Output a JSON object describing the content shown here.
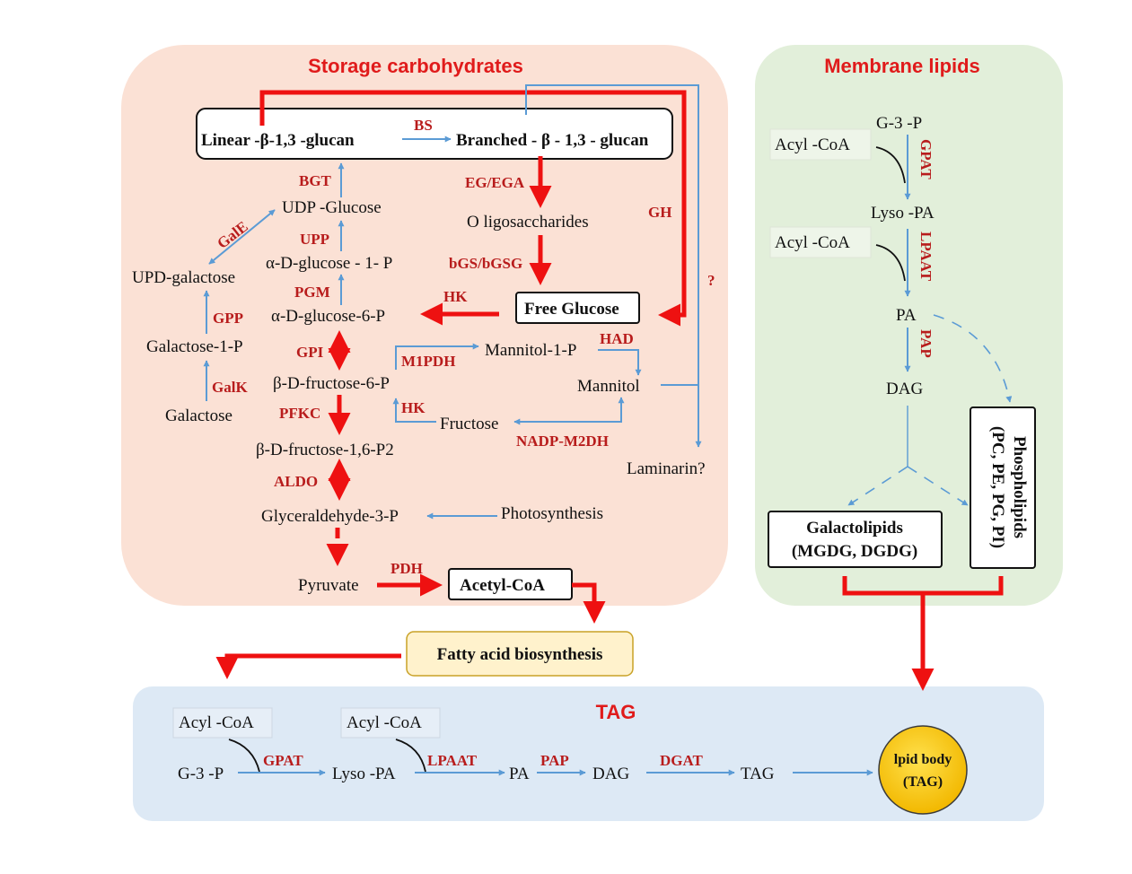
{
  "panels": {
    "storage_title": "Storage carbohydrates",
    "membrane_title": "Membrane lipids",
    "tag_title": "TAG"
  },
  "storage": {
    "linear": "Linear  -β-1,3 -glucan",
    "branched": "Branched - β - 1,3 - glucan",
    "udp_glucose": "UDP  -Glucose",
    "oligosaccharides": "O ligosaccharides",
    "upd_galactose": "UPD-galactose",
    "glucose_1p": "α-D-glucose - 1- P",
    "glucose_6p": "α-D-glucose-6-P",
    "free_glucose": "Free Glucose",
    "galactose_1p": "Galactose-1-P",
    "fructose_6p": "β-D-fructose-6-P",
    "mannitol_1p": "Mannitol-1-P",
    "mannitol": "Mannitol",
    "galactose": "Galactose",
    "fructose": "Fructose",
    "fructose_16p2": "β-D-fructose-1,6-P2",
    "laminarin": "Laminarin?",
    "g3p": "Glyceraldehyde-3-P",
    "photosynthesis": "Photosynthesis",
    "pyruvate": "Pyruvate",
    "acetyl_coa": "Acetyl-CoA",
    "question": "?"
  },
  "enzymes": {
    "bs": "BS",
    "bgt": "BGT",
    "eg_ega": "EG/EGA",
    "gh": "GH",
    "gale": "GalE",
    "upp": "UPP",
    "bgs": "bGS/bGSG",
    "pgm": "PGM",
    "hk1": "HK",
    "gpp": "GPP",
    "gpi": "GPI",
    "m1pdh": "M1PDH",
    "had": "HAD",
    "galk": "GalK",
    "pfkc": "PFKC",
    "hk2": "HK",
    "nadp_m2dh": "NADP-M2DH",
    "aldo": "ALDO",
    "pdh": "PDH"
  },
  "membrane": {
    "g3p": "G-3 -P",
    "acyl_coa_1": "Acyl  -CoA",
    "gpat": "GPAT",
    "lyso_pa": "Lyso -PA",
    "acyl_coa_2": "Acyl  -CoA",
    "lpaat": "LPAAT",
    "pa": "PA",
    "pap": "PAP",
    "dag": "DAG",
    "phospholipids_1": "Phospholipids",
    "phospholipids_2": "(PC, PE, PG, PI)",
    "galactolipids_1": "Galactolipids",
    "galactolipids_2": "(MGDG, DGDG)"
  },
  "fatty_acid": "Fatty acid biosynthesis",
  "tag_pathway": {
    "acyl_coa_1": "Acyl  -CoA",
    "acyl_coa_2": "Acyl  -CoA",
    "g3p": "G-3 -P",
    "gpat": "GPAT",
    "lyso_pa": "Lyso -PA",
    "lpaat": "LPAAT",
    "pa": "PA",
    "pap": "PAP",
    "dag": "DAG",
    "dgat": "DGAT",
    "tag": "TAG",
    "lipid_body_1": "lpid body",
    "lipid_body_2": "(TAG)"
  },
  "colors": {
    "storage_bg": "#fbe1d5",
    "membrane_bg": "#e2efda",
    "tag_bg": "#dde9f5",
    "fatty_acid_bg": "#fff2cc",
    "red_arrow": "#ee1111",
    "blue_arrow": "#5b9bd5",
    "enzyme_text": "#b81c1c",
    "lipid_body": "#ffc000"
  }
}
